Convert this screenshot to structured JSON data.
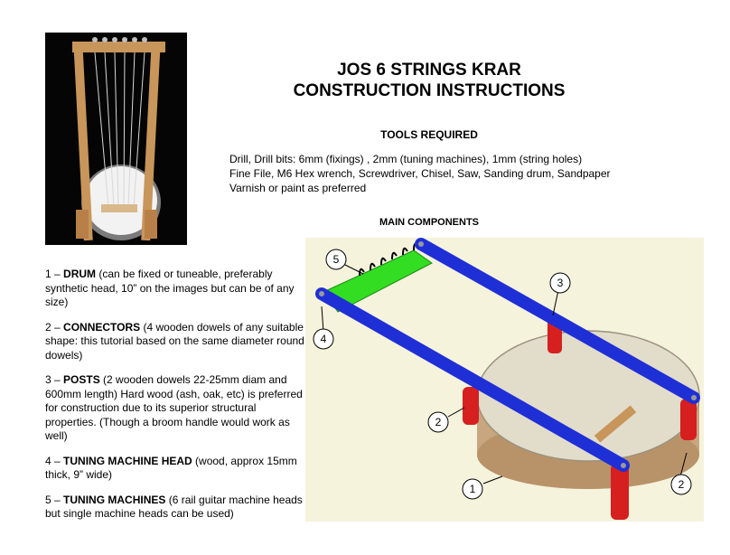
{
  "title": {
    "line1": "JOS 6 STRINGS KRAR",
    "line2": "CONSTRUCTION INSTRUCTIONS"
  },
  "tools": {
    "heading": "TOOLS REQUIRED",
    "lines": [
      "Drill, Drill bits: 6mm (fixings) , 2mm (tuning machines), 1mm (string holes)",
      "Fine File, M6 Hex wrench, Screwdriver, Chisel, Saw, Sanding drum, Sandpaper",
      "Varnish or paint as preferred"
    ]
  },
  "main_components": {
    "heading": "MAIN COMPONENTS",
    "items": [
      {
        "number": "1",
        "name": "DRUM",
        "desc": " (can be fixed or tuneable, preferably synthetic head, 10” on the images but can be of any size)"
      },
      {
        "number": "2",
        "name": "CONNECTORS",
        "desc": " (4 wooden dowels of any suitable shape: this tutorial based on the same diameter round dowels)"
      },
      {
        "number": "3",
        "name": "POSTS",
        "desc": " (2 wooden dowels 22-25mm diam and 600mm length) Hard wood (ash, oak, etc) is preferred for construction due to its superior structural properties. (Though a broom handle would work as well)"
      },
      {
        "number": "4",
        "name": "TUNING MACHINE HEAD",
        "desc": " (wood, approx 15mm thick, 9” wide)"
      },
      {
        "number": "5",
        "name": "TUNING MACHINES",
        "desc": " (6 rail guitar machine heads but single machine heads can be used)"
      }
    ],
    "separator": " – "
  },
  "diagram": {
    "callouts": [
      "5",
      "3",
      "4",
      "2",
      "1",
      "2"
    ]
  },
  "colors": {
    "posts": "#1f2fd6",
    "connectors": "#d61f1f",
    "tuning_head": "#33dd22",
    "drum_head": "#e2dccb",
    "drum_shell": "#c8a67f",
    "diagram_bg": "#f5f3dc",
    "photo_bg": "#050505",
    "wood": "#c8955a"
  }
}
